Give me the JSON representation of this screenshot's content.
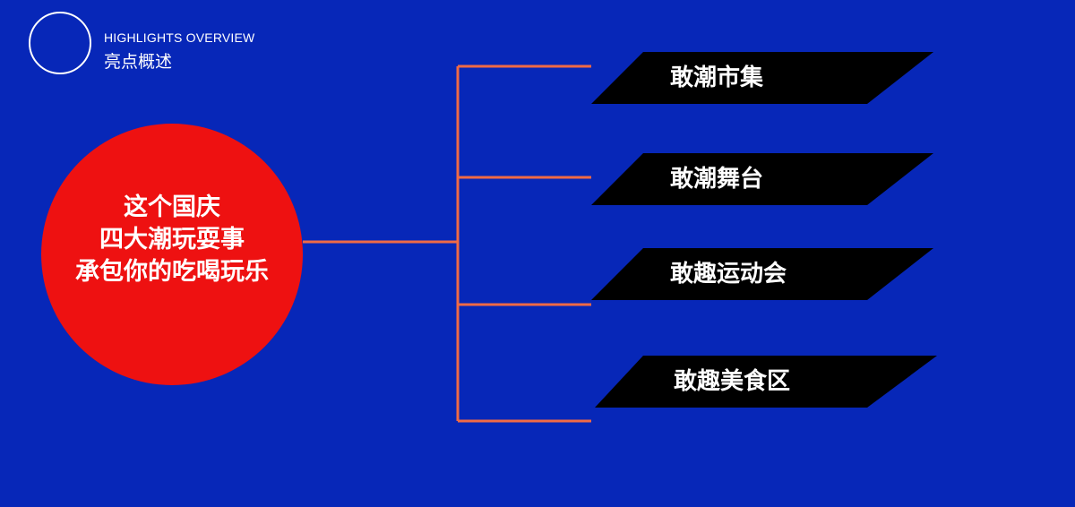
{
  "header": {
    "title_en": "HIGHLIGHTS OVERVIEW",
    "title_cn": "亮点概述"
  },
  "center": {
    "lines": [
      "这个国庆",
      "四大潮玩耍事",
      "承包你的吃喝玩乐"
    ]
  },
  "branches": [
    {
      "label": "敢潮市集"
    },
    {
      "label": "敢潮舞台"
    },
    {
      "label": "敢趣运动会"
    },
    {
      "label": "敢趣美食区"
    }
  ],
  "colors": {
    "background": "#0727b8",
    "circle": "#ee1111",
    "connector": "#f06a45",
    "label_bg": "#000000",
    "text": "#ffffff"
  }
}
